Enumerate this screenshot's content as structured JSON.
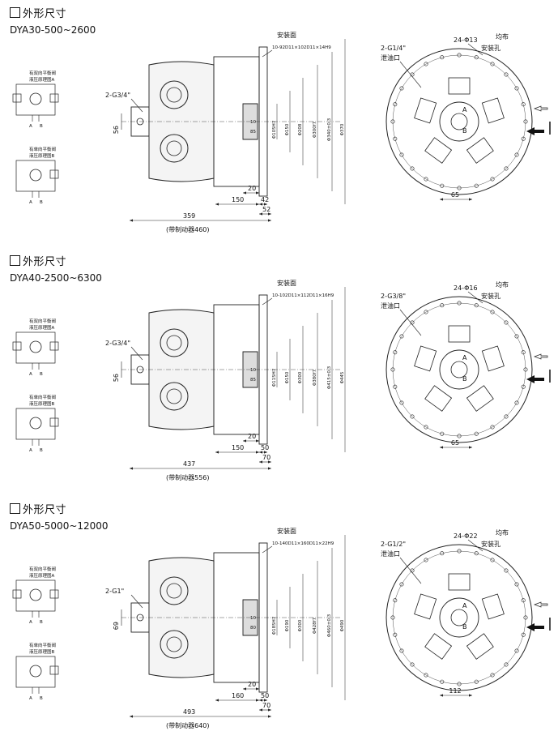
{
  "sections": [
    {
      "title": "外形尺寸",
      "model": "DYA30-500~2600",
      "schematic_a": [
        "有双向平衡阀",
        "液压原理图A"
      ],
      "schematic_b": [
        "有单向平衡阀",
        "液压原理图B"
      ],
      "port_label": "2-G3/4\"",
      "height_dim": "56",
      "mount_face": "安装面",
      "spline": "10-92D11×102D11×14H9",
      "spline_num_1": "10",
      "spline_num_2": "85",
      "dia": [
        "Φ105H7",
        "Φ150",
        "Φ208",
        "Φ300f7",
        "Φ340±0.3",
        "Φ370"
      ],
      "dim_20": "20",
      "dim_a": "150",
      "dim_b": "42",
      "dim_c": "52",
      "total_len": "359",
      "brake": "(带制动器460)",
      "drain": "2-G1/4\"",
      "drain_name": "泄油口",
      "holes": "24-Φ13",
      "holes_2": "均布",
      "holes_3": "安装孔",
      "port_a": "A",
      "port_b": "B",
      "offset": "65"
    },
    {
      "title": "外形尺寸",
      "model": "DYA40-2500~6300",
      "schematic_a": [
        "有双向平衡阀",
        "液压原理图A"
      ],
      "schematic_b": [
        "有单向平衡阀",
        "液压原理图B"
      ],
      "port_label": "2-G3/4\"",
      "height_dim": "56",
      "mount_face": "安装面",
      "spline": "10-102D11×112D11×16H9",
      "spline_num_1": "10",
      "spline_num_2": "85",
      "dia": [
        "Φ115H7",
        "Φ150",
        "Φ300",
        "Φ380f7",
        "Φ415±0.3",
        "Φ445"
      ],
      "dim_20": "20",
      "dim_a": "150",
      "dim_b": "50",
      "dim_c": "70",
      "total_len": "437",
      "brake": "(带制动器556)",
      "drain": "2-G3/8\"",
      "drain_name": "泄油口",
      "holes": "24-Φ16",
      "holes_2": "均布",
      "holes_3": "安装孔",
      "port_a": "A",
      "port_b": "B",
      "offset": "65"
    },
    {
      "title": "外形尺寸",
      "model": "DYA50-5000~12000",
      "schematic_a": [
        "有双向平衡阀",
        "液压原理图A"
      ],
      "schematic_b": [
        "有单向平衡阀",
        "液压原理图B"
      ],
      "port_label": "2-G1\"",
      "height_dim": "69",
      "mount_face": "安装面",
      "spline": "10-140D11×160D11×22H9",
      "spline_num_1": "10",
      "spline_num_2": "80",
      "dia": [
        "Φ185H7",
        "Φ190",
        "Φ300",
        "Φ428f7",
        "Φ460±0.3",
        "Φ490"
      ],
      "dim_20": "20",
      "dim_a": "160",
      "dim_b": "50",
      "dim_c": "70",
      "total_len": "493",
      "brake": "(带制动器640)",
      "drain": "2-G1/2\"",
      "drain_name": "泄油口",
      "holes": "24-Φ22",
      "holes_2": "均布",
      "holes_3": "安装孔",
      "port_a": "A",
      "port_b": "B",
      "offset": "112"
    }
  ]
}
